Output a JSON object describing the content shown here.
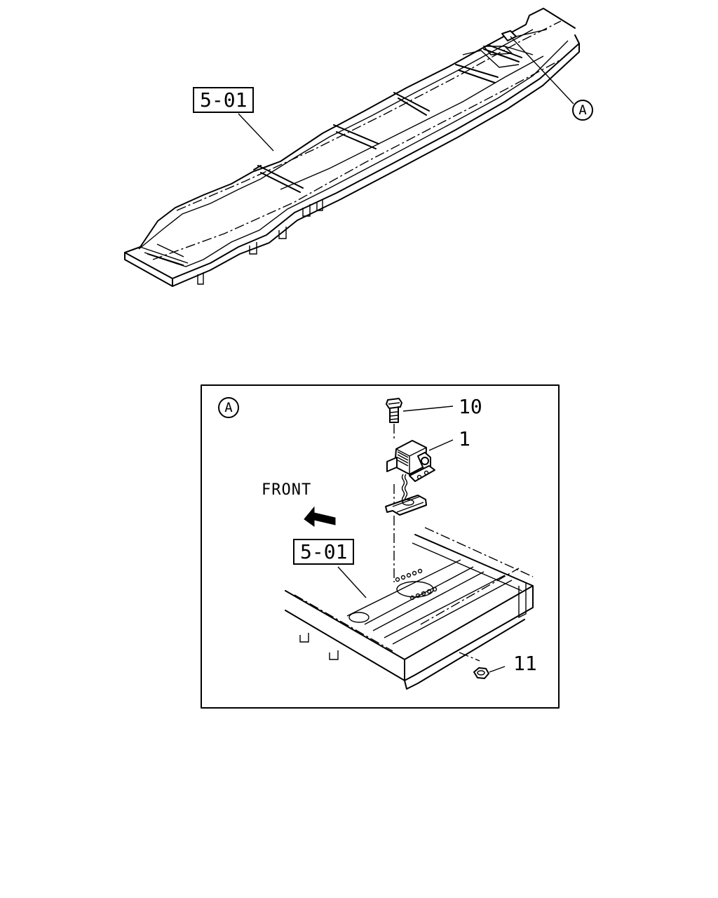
{
  "overview": {
    "frame_ref": "5-01",
    "detail_marker": "A"
  },
  "detail": {
    "marker": "A",
    "direction_label": "FRONT",
    "frame_ref": "5-01",
    "callouts": [
      {
        "id": "bolt",
        "number": "10"
      },
      {
        "id": "part",
        "number": "1"
      },
      {
        "id": "nut",
        "number": "11"
      }
    ]
  }
}
